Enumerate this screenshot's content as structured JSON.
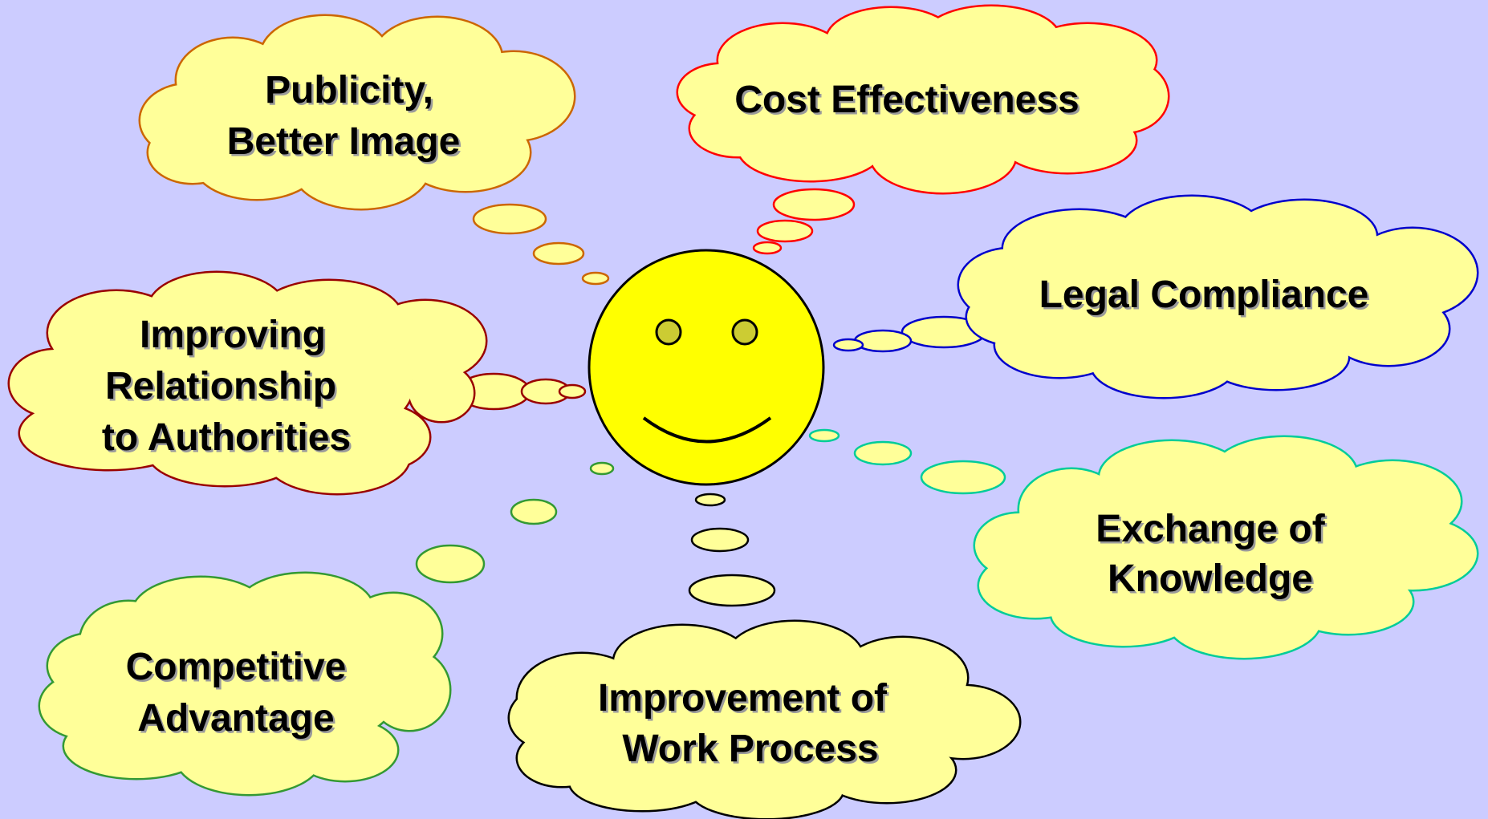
{
  "colors": {
    "background": "#ccccff",
    "cloud_fill": "#ffff99",
    "face_fill": "#ffff00",
    "eye_fill": "#cccc33"
  },
  "center_face": {
    "icon": "smiley-face-icon"
  },
  "clouds": [
    {
      "id": "publicity",
      "lines": [
        "Publicity,",
        "Better Image"
      ],
      "outline": "#cc6600"
    },
    {
      "id": "cost",
      "lines": [
        "Cost Effectiveness"
      ],
      "outline": "#ff0000"
    },
    {
      "id": "legal",
      "lines": [
        "Legal Compliance"
      ],
      "outline": "#0000cc"
    },
    {
      "id": "authorities",
      "lines": [
        "Improving",
        "Relationship",
        "to Authorities"
      ],
      "outline": "#990000"
    },
    {
      "id": "knowledge",
      "lines": [
        "Exchange of",
        "Knowledge"
      ],
      "outline": "#00cc99"
    },
    {
      "id": "competitive",
      "lines": [
        "Competitive",
        "Advantage"
      ],
      "outline": "#339933"
    },
    {
      "id": "process",
      "lines": [
        "Improvement of",
        "Work Process"
      ],
      "outline": "#000000"
    }
  ]
}
